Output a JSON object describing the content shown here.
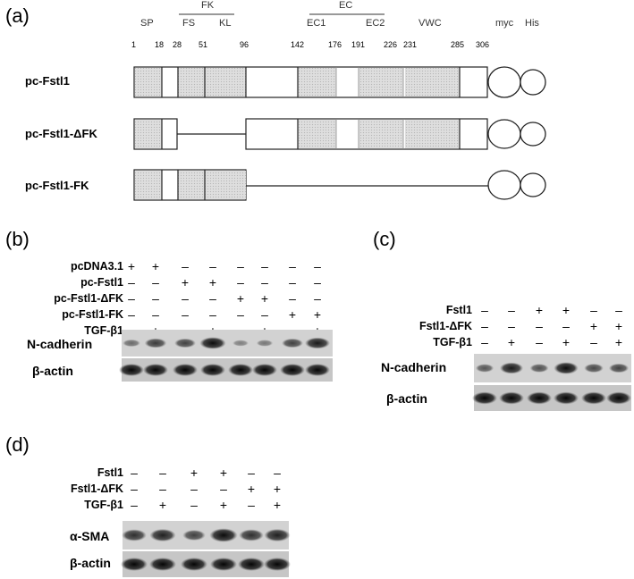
{
  "panel_a": {
    "label": "(a)",
    "domain_group_labels": {
      "fk": "FK",
      "ec": "EC"
    },
    "domain_labels": {
      "sp": "SP",
      "fs": "FS",
      "kl": "KL",
      "ec1": "EC1",
      "ec2": "EC2",
      "vwc": "VWC",
      "myc": "myc",
      "his": "His"
    },
    "positions": [
      "1",
      "18",
      "28",
      "51",
      "96",
      "142",
      "176",
      "191",
      "226",
      "231",
      "285",
      "306"
    ],
    "constructs": [
      "pc-Fstl1",
      "pc-Fstl1-ΔFK",
      "pc-Fstl1-FK"
    ]
  },
  "panel_b": {
    "label": "(b)",
    "rows": [
      {
        "label": "pcDNA3.1",
        "signs": [
          "+",
          "+",
          "–",
          "–",
          "–",
          "–",
          "–",
          "–"
        ]
      },
      {
        "label": "pc-Fstl1",
        "signs": [
          "–",
          "–",
          "+",
          "+",
          "–",
          "–",
          "–",
          "–"
        ]
      },
      {
        "label": "pc-Fstl1-ΔFK",
        "signs": [
          "–",
          "–",
          "–",
          "–",
          "+",
          "+",
          "–",
          "–"
        ]
      },
      {
        "label": "pc-Fstl1-FK",
        "signs": [
          "–",
          "–",
          "–",
          "–",
          "–",
          "–",
          "+",
          "+"
        ]
      },
      {
        "label": "TGF-β1",
        "signs": [
          "–",
          "+",
          "–",
          "+",
          "–",
          "+",
          "–",
          "+"
        ]
      }
    ],
    "blots": [
      "N-cadherin",
      "β-actin"
    ],
    "n_cadherin_intensity": [
      0.25,
      0.6,
      0.55,
      0.95,
      0.1,
      0.15,
      0.55,
      0.85
    ]
  },
  "panel_c": {
    "label": "(c)",
    "rows": [
      {
        "label": "Fstl1",
        "signs": [
          "–",
          "–",
          "+",
          "+",
          "–",
          "–"
        ]
      },
      {
        "label": "Fstl1-ΔFK",
        "signs": [
          "–",
          "–",
          "–",
          "–",
          "+",
          "+"
        ]
      },
      {
        "label": "TGF-β1",
        "signs": [
          "–",
          "+",
          "–",
          "+",
          "–",
          "+"
        ]
      }
    ],
    "blots": [
      "N-cadherin",
      "β-actin"
    ],
    "n_cadherin_intensity": [
      0.4,
      0.85,
      0.45,
      0.95,
      0.5,
      0.55
    ]
  },
  "panel_d": {
    "label": "(d)",
    "rows": [
      {
        "label": "Fstl1",
        "signs": [
          "–",
          "–",
          "+",
          "+",
          "–",
          "–"
        ]
      },
      {
        "label": "Fstl1-ΔFK",
        "signs": [
          "–",
          "–",
          "–",
          "–",
          "+",
          "+"
        ]
      },
      {
        "label": "TGF-β1",
        "signs": [
          "–",
          "+",
          "–",
          "+",
          "–",
          "+"
        ]
      }
    ],
    "blots": [
      "α-SMA",
      "β-actin"
    ],
    "sma_intensity": [
      0.7,
      0.8,
      0.55,
      0.95,
      0.7,
      0.8
    ]
  }
}
